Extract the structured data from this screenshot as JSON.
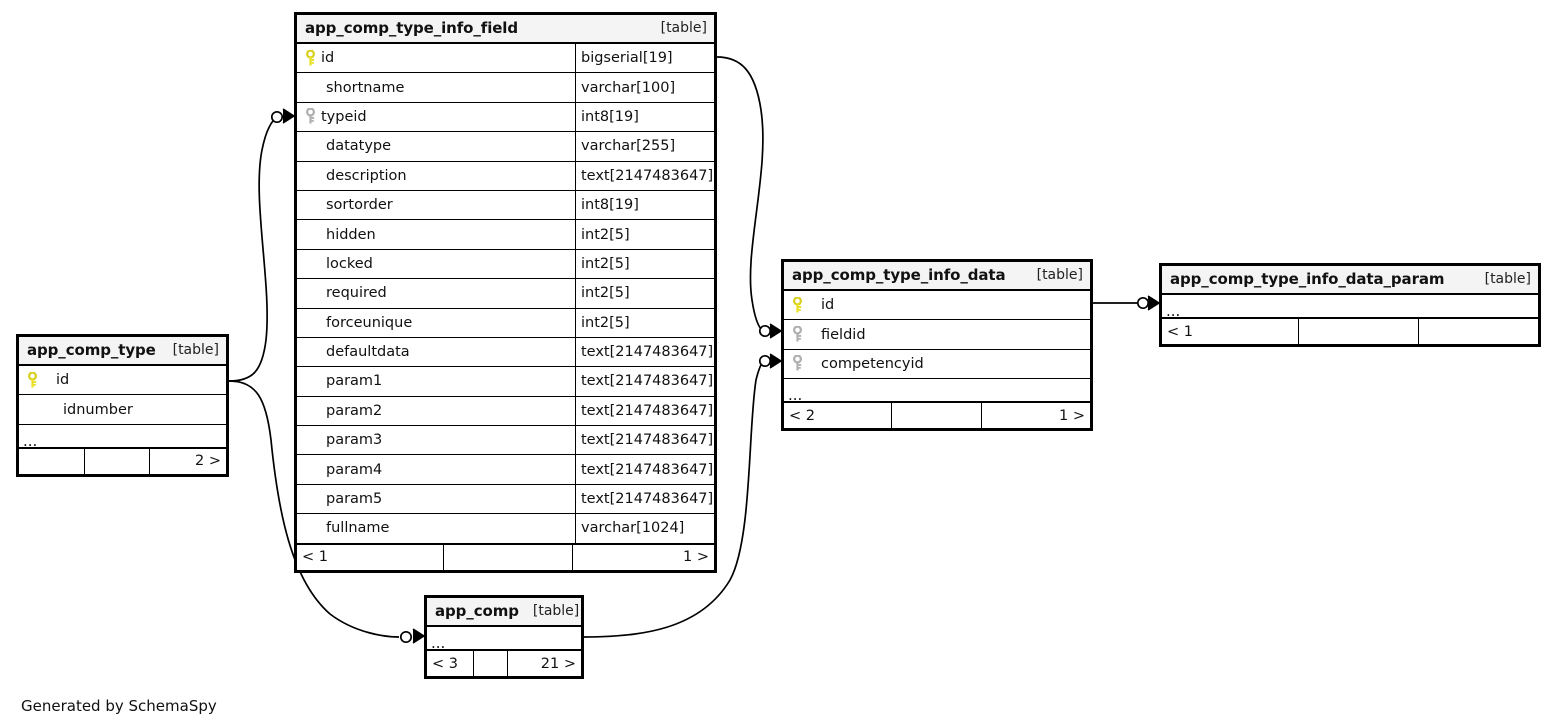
{
  "diagram": {
    "footer_text": "Generated by SchemaSpy",
    "table_tag": "[table]",
    "ellipsis": "...",
    "colors": {
      "primary_key": "#e8e020",
      "foreign_key": "#b0b0b0",
      "border": "#000000",
      "header_bg": "#f4f4f4",
      "background": "#ffffff"
    }
  },
  "tables": [
    {
      "id": "app_comp_type_info_field",
      "name": "app_comp_type_info_field",
      "tag": "[table]",
      "columns": [
        {
          "key": "primary",
          "name": "id",
          "type": "bigserial[19]"
        },
        {
          "key": "none",
          "name": "shortname",
          "type": "varchar[100]"
        },
        {
          "key": "foreign",
          "name": "typeid",
          "type": "int8[19]"
        },
        {
          "key": "none",
          "name": "datatype",
          "type": "varchar[255]"
        },
        {
          "key": "none",
          "name": "description",
          "type": "text[2147483647]"
        },
        {
          "key": "none",
          "name": "sortorder",
          "type": "int8[19]"
        },
        {
          "key": "none",
          "name": "hidden",
          "type": "int2[5]"
        },
        {
          "key": "none",
          "name": "locked",
          "type": "int2[5]"
        },
        {
          "key": "none",
          "name": "required",
          "type": "int2[5]"
        },
        {
          "key": "none",
          "name": "forceunique",
          "type": "int2[5]"
        },
        {
          "key": "none",
          "name": "defaultdata",
          "type": "text[2147483647]"
        },
        {
          "key": "none",
          "name": "param1",
          "type": "text[2147483647]"
        },
        {
          "key": "none",
          "name": "param2",
          "type": "text[2147483647]"
        },
        {
          "key": "none",
          "name": "param3",
          "type": "text[2147483647]"
        },
        {
          "key": "none",
          "name": "param4",
          "type": "text[2147483647]"
        },
        {
          "key": "none",
          "name": "param5",
          "type": "text[2147483647]"
        },
        {
          "key": "none",
          "name": "fullname",
          "type": "varchar[1024]"
        }
      ],
      "has_ellipsis": false,
      "footer": {
        "left": "< 1",
        "middle": "",
        "right": "1 >"
      }
    },
    {
      "id": "app_comp_type",
      "name": "app_comp_type",
      "tag": "[table]",
      "columns": [
        {
          "key": "primary",
          "name": "id",
          "type": ""
        },
        {
          "key": "none",
          "name": "idnumber",
          "type": ""
        }
      ],
      "has_ellipsis": true,
      "footer": {
        "left": "",
        "middle": "",
        "right": "2 >"
      }
    },
    {
      "id": "app_comp_type_info_data",
      "name": "app_comp_type_info_data",
      "tag": "[table]",
      "columns": [
        {
          "key": "primary",
          "name": "id",
          "type": ""
        },
        {
          "key": "foreign",
          "name": "fieldid",
          "type": ""
        },
        {
          "key": "foreign",
          "name": "competencyid",
          "type": ""
        }
      ],
      "has_ellipsis": true,
      "footer": {
        "left": "< 2",
        "middle": "",
        "right": "1 >"
      }
    },
    {
      "id": "app_comp_type_info_data_param",
      "name": "app_comp_type_info_data_param",
      "tag": "[table]",
      "columns": [],
      "has_ellipsis": true,
      "footer": {
        "left": "< 1",
        "middle": "",
        "right": ""
      }
    },
    {
      "id": "app_comp",
      "name": "app_comp",
      "tag": "[table]",
      "columns": [],
      "has_ellipsis": true,
      "footer": {
        "left": "< 3",
        "middle": "",
        "right": "21 >"
      }
    }
  ],
  "relationships": [
    {
      "from": "app_comp_type.id",
      "to": "app_comp_type_info_field.typeid",
      "cardinality": "zero-or-many"
    },
    {
      "from": "app_comp_type_info_field.id",
      "to": "app_comp_type_info_data.fieldid",
      "cardinality": "zero-or-many"
    },
    {
      "from": "app_comp.row",
      "to": "app_comp_type_info_data.competencyid",
      "cardinality": "zero-or-many"
    },
    {
      "from": "app_comp_type.id",
      "to": "app_comp.row",
      "cardinality": "zero-or-many"
    },
    {
      "from": "app_comp_type_info_data.id",
      "to": "app_comp_type_info_data_param.row",
      "cardinality": "zero-or-many"
    }
  ]
}
